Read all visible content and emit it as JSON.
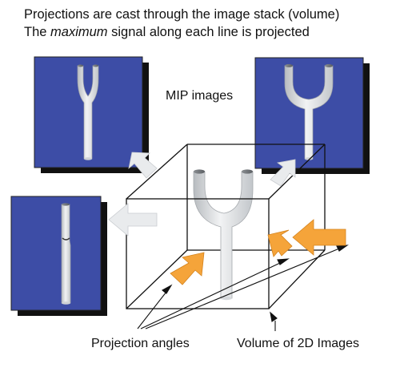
{
  "title": {
    "line1": "Projections are cast through the image stack (volume)",
    "line2_prefix": "The ",
    "line2_emphasis": "maximum",
    "line2_suffix": " signal along each line is projected"
  },
  "labels": {
    "mip_images": "MIP images",
    "projection_angles": "Projection angles",
    "volume": "Volume of 2D Images"
  },
  "colors": {
    "panel_blue": "#3d4da6",
    "panel_shadow": "#111111",
    "vessel": "#e2e4e6",
    "arrow_orange": "#f5a43a",
    "arrow_gray": "#e9ebed",
    "outline": "#111111"
  },
  "icons": [
    "vessel-shape",
    "orange-arrow",
    "gray-arrow",
    "cube-outline"
  ]
}
